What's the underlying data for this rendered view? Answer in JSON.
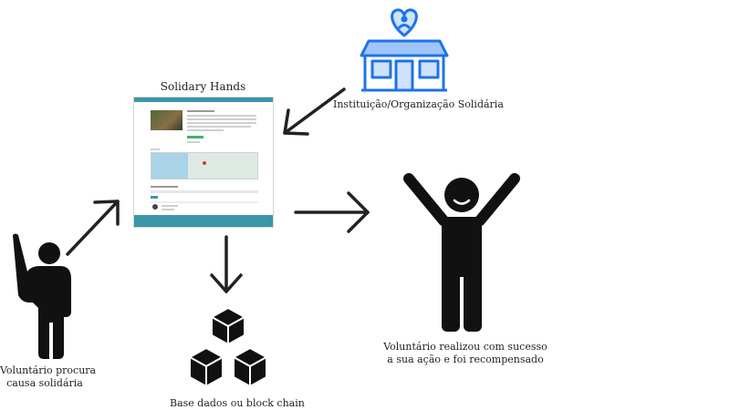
{
  "website": {
    "title": "Solidary Hands"
  },
  "institution": {
    "label": "Instituição/Organização Solidária",
    "icon": "house-heart-icon",
    "color": "#1e73e8"
  },
  "volunteer": {
    "label_lines": [
      "Voluntário procura",
      "causa solidária"
    ],
    "icon": "waving-person-icon"
  },
  "database": {
    "label": "Base dados ou block chain",
    "icon": "cubes-icon"
  },
  "success": {
    "label_lines": [
      "Voluntário realizou com sucesso",
      "a sua ação e foi recompensado"
    ],
    "icon": "celebrating-person-icon"
  }
}
